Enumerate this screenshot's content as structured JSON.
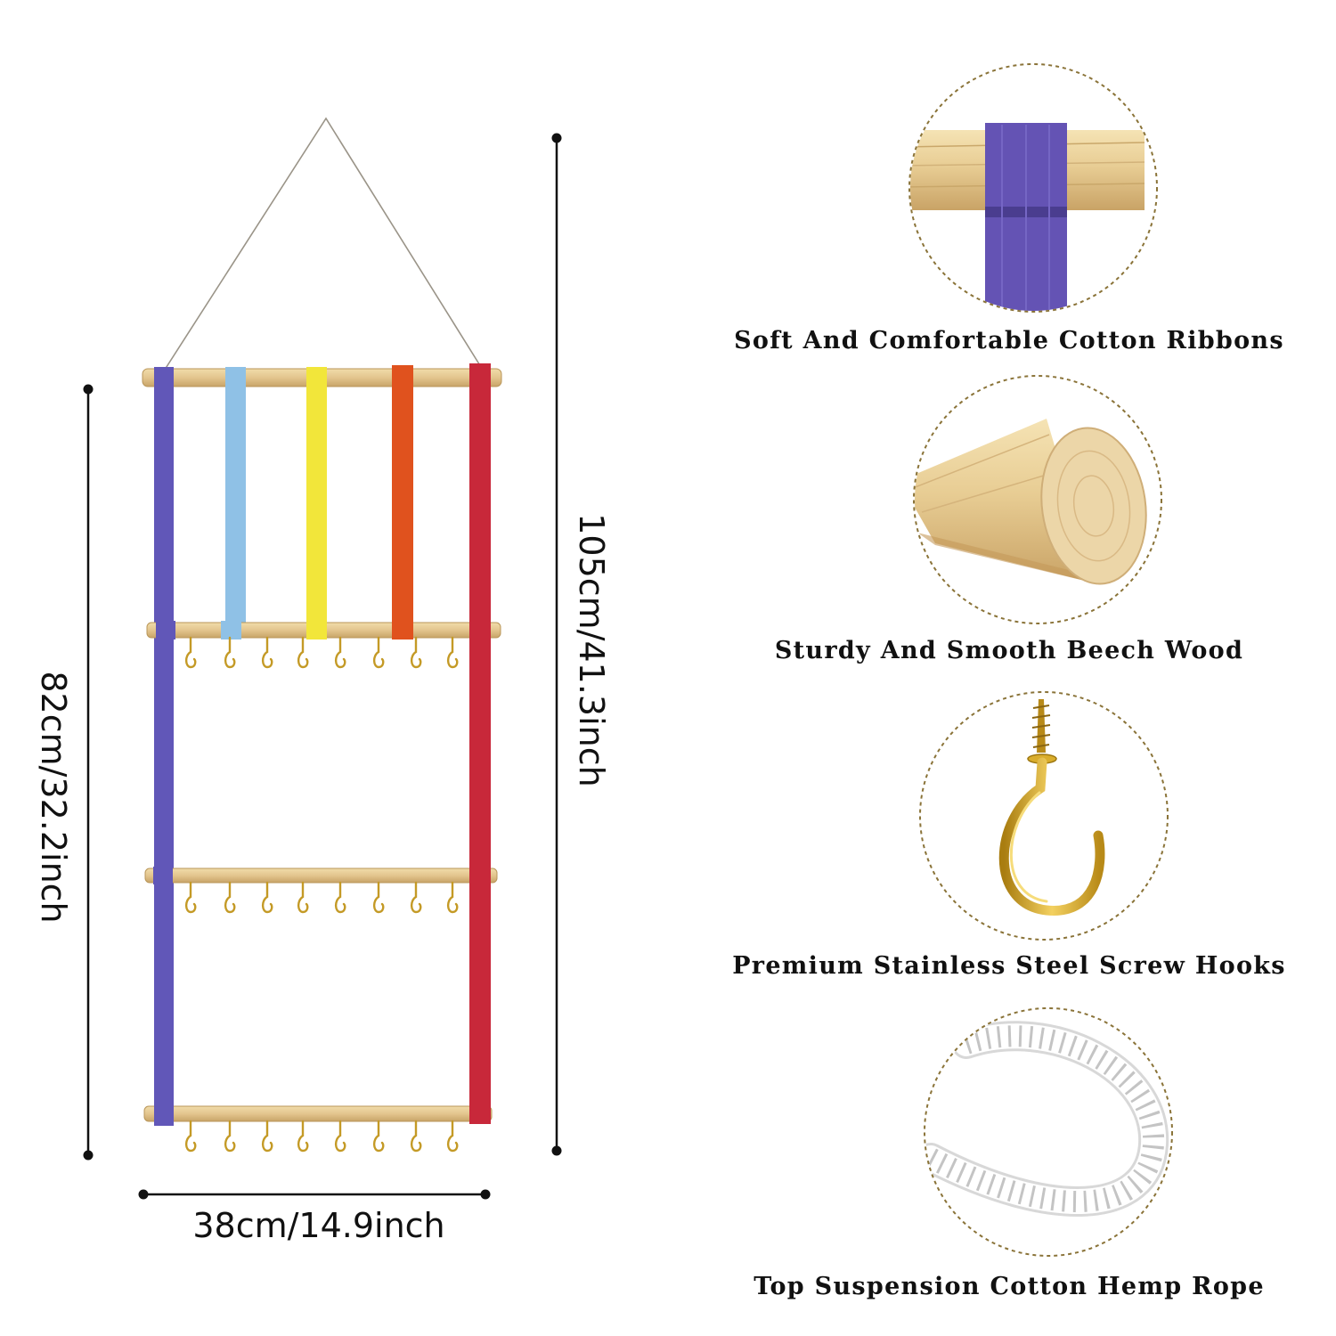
{
  "dimensions": {
    "width": "38cm/14.9inch",
    "height": "82cm/32.2inch",
    "total_height": "105cm/41.3inch"
  },
  "features": [
    {
      "caption": "Soft And Comfortable Cotton Ribbons",
      "icon": "cotton-ribbon-icon"
    },
    {
      "caption": "Sturdy And Smooth Beech Wood",
      "icon": "beech-wood-dowel-icon"
    },
    {
      "caption": "Premium Stainless Steel Screw Hooks",
      "icon": "screw-hook-icon"
    },
    {
      "caption": "Top Suspension Cotton Hemp Rope",
      "icon": "hemp-rope-icon"
    }
  ],
  "colors": {
    "ribbon_purple": "#6157b8",
    "ribbon_light_blue": "#8fc1e6",
    "ribbon_yellow": "#f2e63a",
    "ribbon_orange": "#e0521e",
    "ribbon_red": "#c8283a",
    "wood": "#e3c58e",
    "hook_gold": "#d9ad2c",
    "circle_border": "#8a7338"
  }
}
